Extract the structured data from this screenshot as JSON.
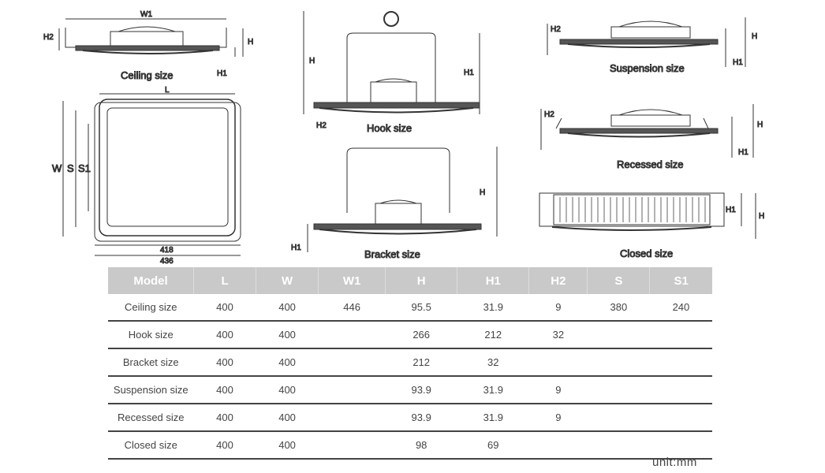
{
  "drawings": {
    "ceiling": {
      "label": "Ceiling size",
      "dims": {
        "w1": "W1",
        "h2": "H2",
        "h": "H",
        "h1": "H1"
      }
    },
    "top_view": {
      "dims": {
        "l": "L",
        "w": "W",
        "s": "S",
        "s1": "S1",
        "inner": "418",
        "outer": "436"
      }
    },
    "hook": {
      "label": "Hook size",
      "dims": {
        "h": "H",
        "h1": "H1",
        "h2": "H2"
      }
    },
    "bracket": {
      "label": "Bracket size",
      "dims": {
        "h": "H",
        "h1": "H1"
      }
    },
    "suspension": {
      "label": "Suspension size",
      "dims": {
        "h2": "H2",
        "h": "H",
        "h1": "H1"
      }
    },
    "recessed": {
      "label": "Recessed size",
      "dims": {
        "h2": "H2",
        "h": "H",
        "h1": "H1"
      }
    },
    "closed": {
      "label": "Closed size",
      "dims": {
        "h1": "H1",
        "h": "H"
      }
    }
  },
  "table": {
    "headers": [
      "Model",
      "L",
      "W",
      "W1",
      "H",
      "H1",
      "H2",
      "S",
      "S1"
    ],
    "rows": [
      [
        "Ceiling size",
        "400",
        "400",
        "446",
        "95.5",
        "31.9",
        "9",
        "380",
        "240"
      ],
      [
        "Hook size",
        "400",
        "400",
        "",
        "266",
        "212",
        "32",
        "",
        ""
      ],
      [
        "Bracket size",
        "400",
        "400",
        "",
        "212",
        "32",
        "",
        "",
        ""
      ],
      [
        "Suspension size",
        "400",
        "400",
        "",
        "93.9",
        "31.9",
        "9",
        "",
        ""
      ],
      [
        "Recessed size",
        "400",
        "400",
        "",
        "93.9",
        "31.9",
        "9",
        "",
        ""
      ],
      [
        "Closed size",
        "400",
        "400",
        "",
        "98",
        "69",
        "",
        "",
        ""
      ]
    ]
  },
  "unit": "unit:mm"
}
